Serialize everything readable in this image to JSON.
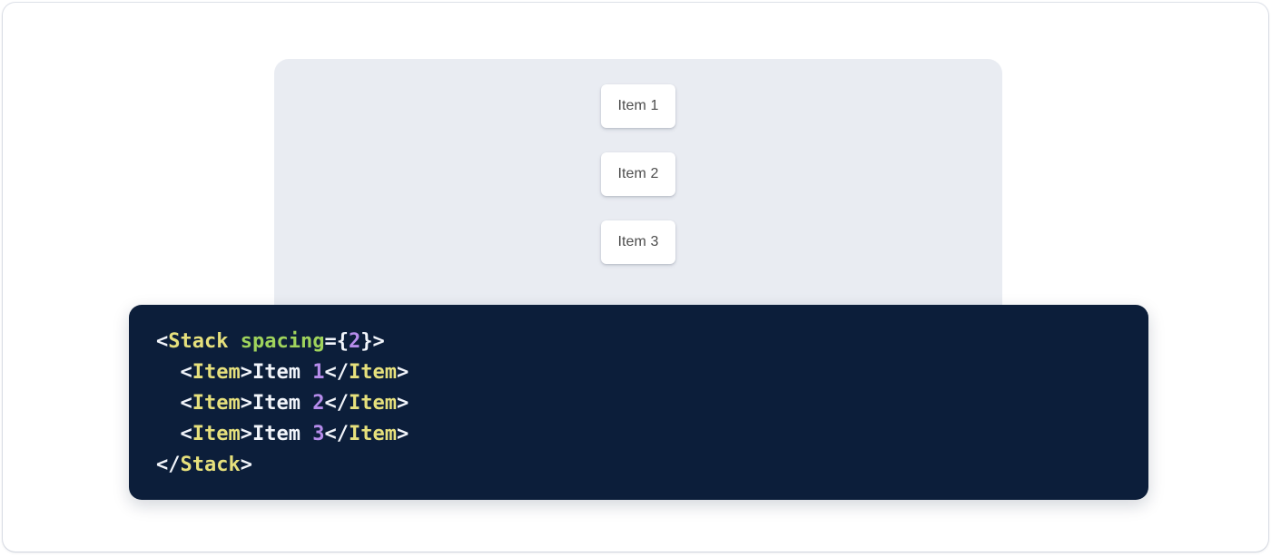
{
  "preview": {
    "label": "component-preview",
    "background_color": "#e9ecf2",
    "stack_items": [
      {
        "label": "Item 1"
      },
      {
        "label": "Item 2"
      },
      {
        "label": "Item 3"
      }
    ]
  },
  "code_panel": {
    "background_color": "#0c1e3a",
    "language": "jsx",
    "colors": {
      "punctuation": "#f2f5fb",
      "tag": "#e6e07c",
      "attribute": "#9fd35c",
      "number": "#b68ceb",
      "text": "#f2f5fb"
    },
    "lines": [
      {
        "tokens": [
          {
            "t": "punct",
            "v": "<"
          },
          {
            "t": "tag",
            "v": "Stack"
          },
          {
            "t": "text",
            "v": " "
          },
          {
            "t": "attr",
            "v": "spacing"
          },
          {
            "t": "punct",
            "v": "={"
          },
          {
            "t": "num",
            "v": "2"
          },
          {
            "t": "punct",
            "v": "}>"
          }
        ]
      },
      {
        "tokens": [
          {
            "t": "text",
            "v": "  "
          },
          {
            "t": "punct",
            "v": "<"
          },
          {
            "t": "tag",
            "v": "Item"
          },
          {
            "t": "punct",
            "v": ">"
          },
          {
            "t": "text",
            "v": "Item "
          },
          {
            "t": "num",
            "v": "1"
          },
          {
            "t": "punct",
            "v": "</"
          },
          {
            "t": "tag",
            "v": "Item"
          },
          {
            "t": "punct",
            "v": ">"
          }
        ]
      },
      {
        "tokens": [
          {
            "t": "text",
            "v": "  "
          },
          {
            "t": "punct",
            "v": "<"
          },
          {
            "t": "tag",
            "v": "Item"
          },
          {
            "t": "punct",
            "v": ">"
          },
          {
            "t": "text",
            "v": "Item "
          },
          {
            "t": "num",
            "v": "2"
          },
          {
            "t": "punct",
            "v": "</"
          },
          {
            "t": "tag",
            "v": "Item"
          },
          {
            "t": "punct",
            "v": ">"
          }
        ]
      },
      {
        "tokens": [
          {
            "t": "text",
            "v": "  "
          },
          {
            "t": "punct",
            "v": "<"
          },
          {
            "t": "tag",
            "v": "Item"
          },
          {
            "t": "punct",
            "v": ">"
          },
          {
            "t": "text",
            "v": "Item "
          },
          {
            "t": "num",
            "v": "3"
          },
          {
            "t": "punct",
            "v": "</"
          },
          {
            "t": "tag",
            "v": "Item"
          },
          {
            "t": "punct",
            "v": ">"
          }
        ]
      },
      {
        "tokens": [
          {
            "t": "punct",
            "v": "</"
          },
          {
            "t": "tag",
            "v": "Stack"
          },
          {
            "t": "punct",
            "v": ">"
          }
        ]
      }
    ]
  }
}
